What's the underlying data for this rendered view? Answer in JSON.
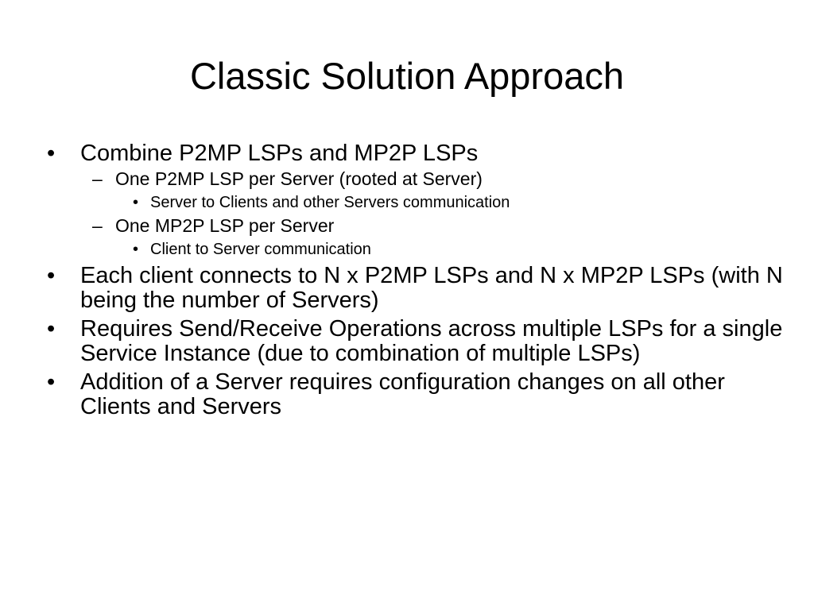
{
  "slide": {
    "title": "Classic Solution Approach",
    "bullet_marker": "•",
    "dash_marker": "–",
    "items": [
      {
        "text": "Combine P2MP LSPs and MP2P LSPs",
        "children": [
          {
            "text": "One P2MP LSP per Server (rooted at Server)",
            "children": [
              {
                "text": "Server to Clients and other Servers communication"
              }
            ]
          },
          {
            "text": "One MP2P LSP per Server",
            "children": [
              {
                "text": "Client to Server communication"
              }
            ]
          }
        ]
      },
      {
        "text": "Each client connects to N x P2MP LSPs and N x MP2P LSPs (with N being the number of Servers)"
      },
      {
        "text": "Requires Send/Receive Operations across multiple LSPs for a single Service Instance (due to combination of multiple LSPs)"
      },
      {
        "text": "Addition of a Server requires configuration changes on all other Clients and Servers"
      }
    ]
  }
}
